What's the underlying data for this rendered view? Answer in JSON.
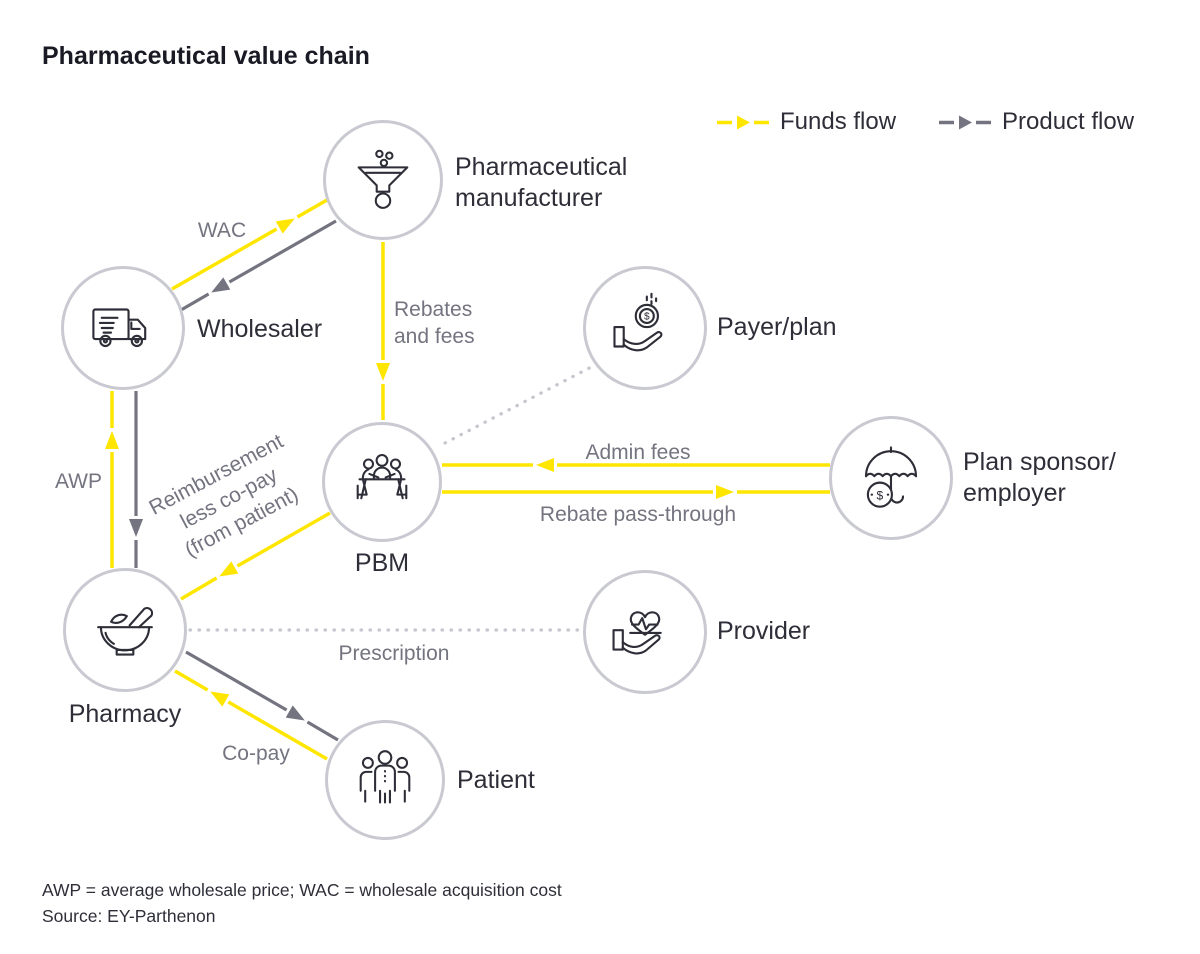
{
  "title": "Pharmaceutical value chain",
  "legend": {
    "funds_flow": "Funds flow",
    "product_flow": "Product flow",
    "funds_color": "#FFE600",
    "product_color": "#747480"
  },
  "nodes": {
    "manufacturer": {
      "label_lines": [
        "Pharmaceutical",
        "manufacturer"
      ],
      "icon": "funnel-pills-icon"
    },
    "wholesaler": {
      "label": "Wholesaler",
      "icon": "delivery-truck-icon"
    },
    "payer_plan": {
      "label": "Payer/plan",
      "icon": "hand-coin-icon"
    },
    "pbm": {
      "label": "PBM",
      "icon": "meeting-table-icon"
    },
    "plan_sponsor": {
      "label_lines": [
        "Plan sponsor/",
        "employer"
      ],
      "icon": "umbrella-coin-icon"
    },
    "pharmacy": {
      "label": "Pharmacy",
      "icon": "mortar-pestle-icon"
    },
    "provider": {
      "label": "Provider",
      "icon": "hand-heart-icon"
    },
    "patient": {
      "label": "Patient",
      "icon": "people-group-icon"
    }
  },
  "edges": {
    "wac": "WAC",
    "rebates_and_fees_lines": [
      "Rebates",
      "and fees"
    ],
    "admin_fees": "Admin fees",
    "rebate_pass_through": "Rebate pass-through",
    "awp": "AWP",
    "reimbursement_lines": [
      "Reimbursement",
      "less co-pay",
      "(from patient)"
    ],
    "prescription": "Prescription",
    "co_pay": "Co-pay"
  },
  "icons": {
    "dollar": "$"
  },
  "footnote": "AWP = average wholesale price; WAC = wholesale acquisition cost",
  "source": "Source: EY-Parthenon"
}
